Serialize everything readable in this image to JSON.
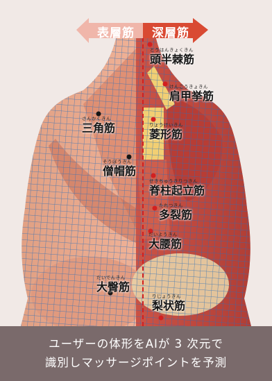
{
  "header": {
    "left_label": "表層筋",
    "right_label": "深層筋"
  },
  "muscles": {
    "tohanjaku": {
      "reading": "とうはんきょくきん",
      "name": "頭半棘筋"
    },
    "kenkokyo": {
      "reading": "けんこうきょきん",
      "name": "肩甲挙筋"
    },
    "sankaku": {
      "reading": "さんかくきん",
      "name": "三角筋"
    },
    "ryokei": {
      "reading": "りょうけいきん",
      "name": "菱形筋"
    },
    "sobo": {
      "reading": "そうぼうきん",
      "name": "僧帽筋"
    },
    "sekichu": {
      "reading": "せきちゅうきりつきん",
      "name": "脊柱起立筋"
    },
    "taretsu": {
      "reading": "たれつきん",
      "name": "多裂筋"
    },
    "daiyo": {
      "reading": "だいようきん",
      "name": "大腰筋"
    },
    "daiden": {
      "reading": "だいでんきん",
      "name": "大臀筋"
    },
    "rijo": {
      "reading": "りじょうきん",
      "name": "梨状筋"
    }
  },
  "caption": {
    "line1": "ユーザーの体形をAIが 3 次元で",
    "line2": "識別しマッサージポイントを予測"
  },
  "colors": {
    "arrow_left": "#f0b6aa",
    "arrow_right": "#d94a33",
    "mesh": "#2a6fb8",
    "skin": "#e7a184",
    "muscle_red": "#c0413a",
    "muscle_yellow": "#f2cf73",
    "point_red": "#d32020",
    "point_black": "#151515",
    "caption_bg": "#7a6a6b"
  }
}
